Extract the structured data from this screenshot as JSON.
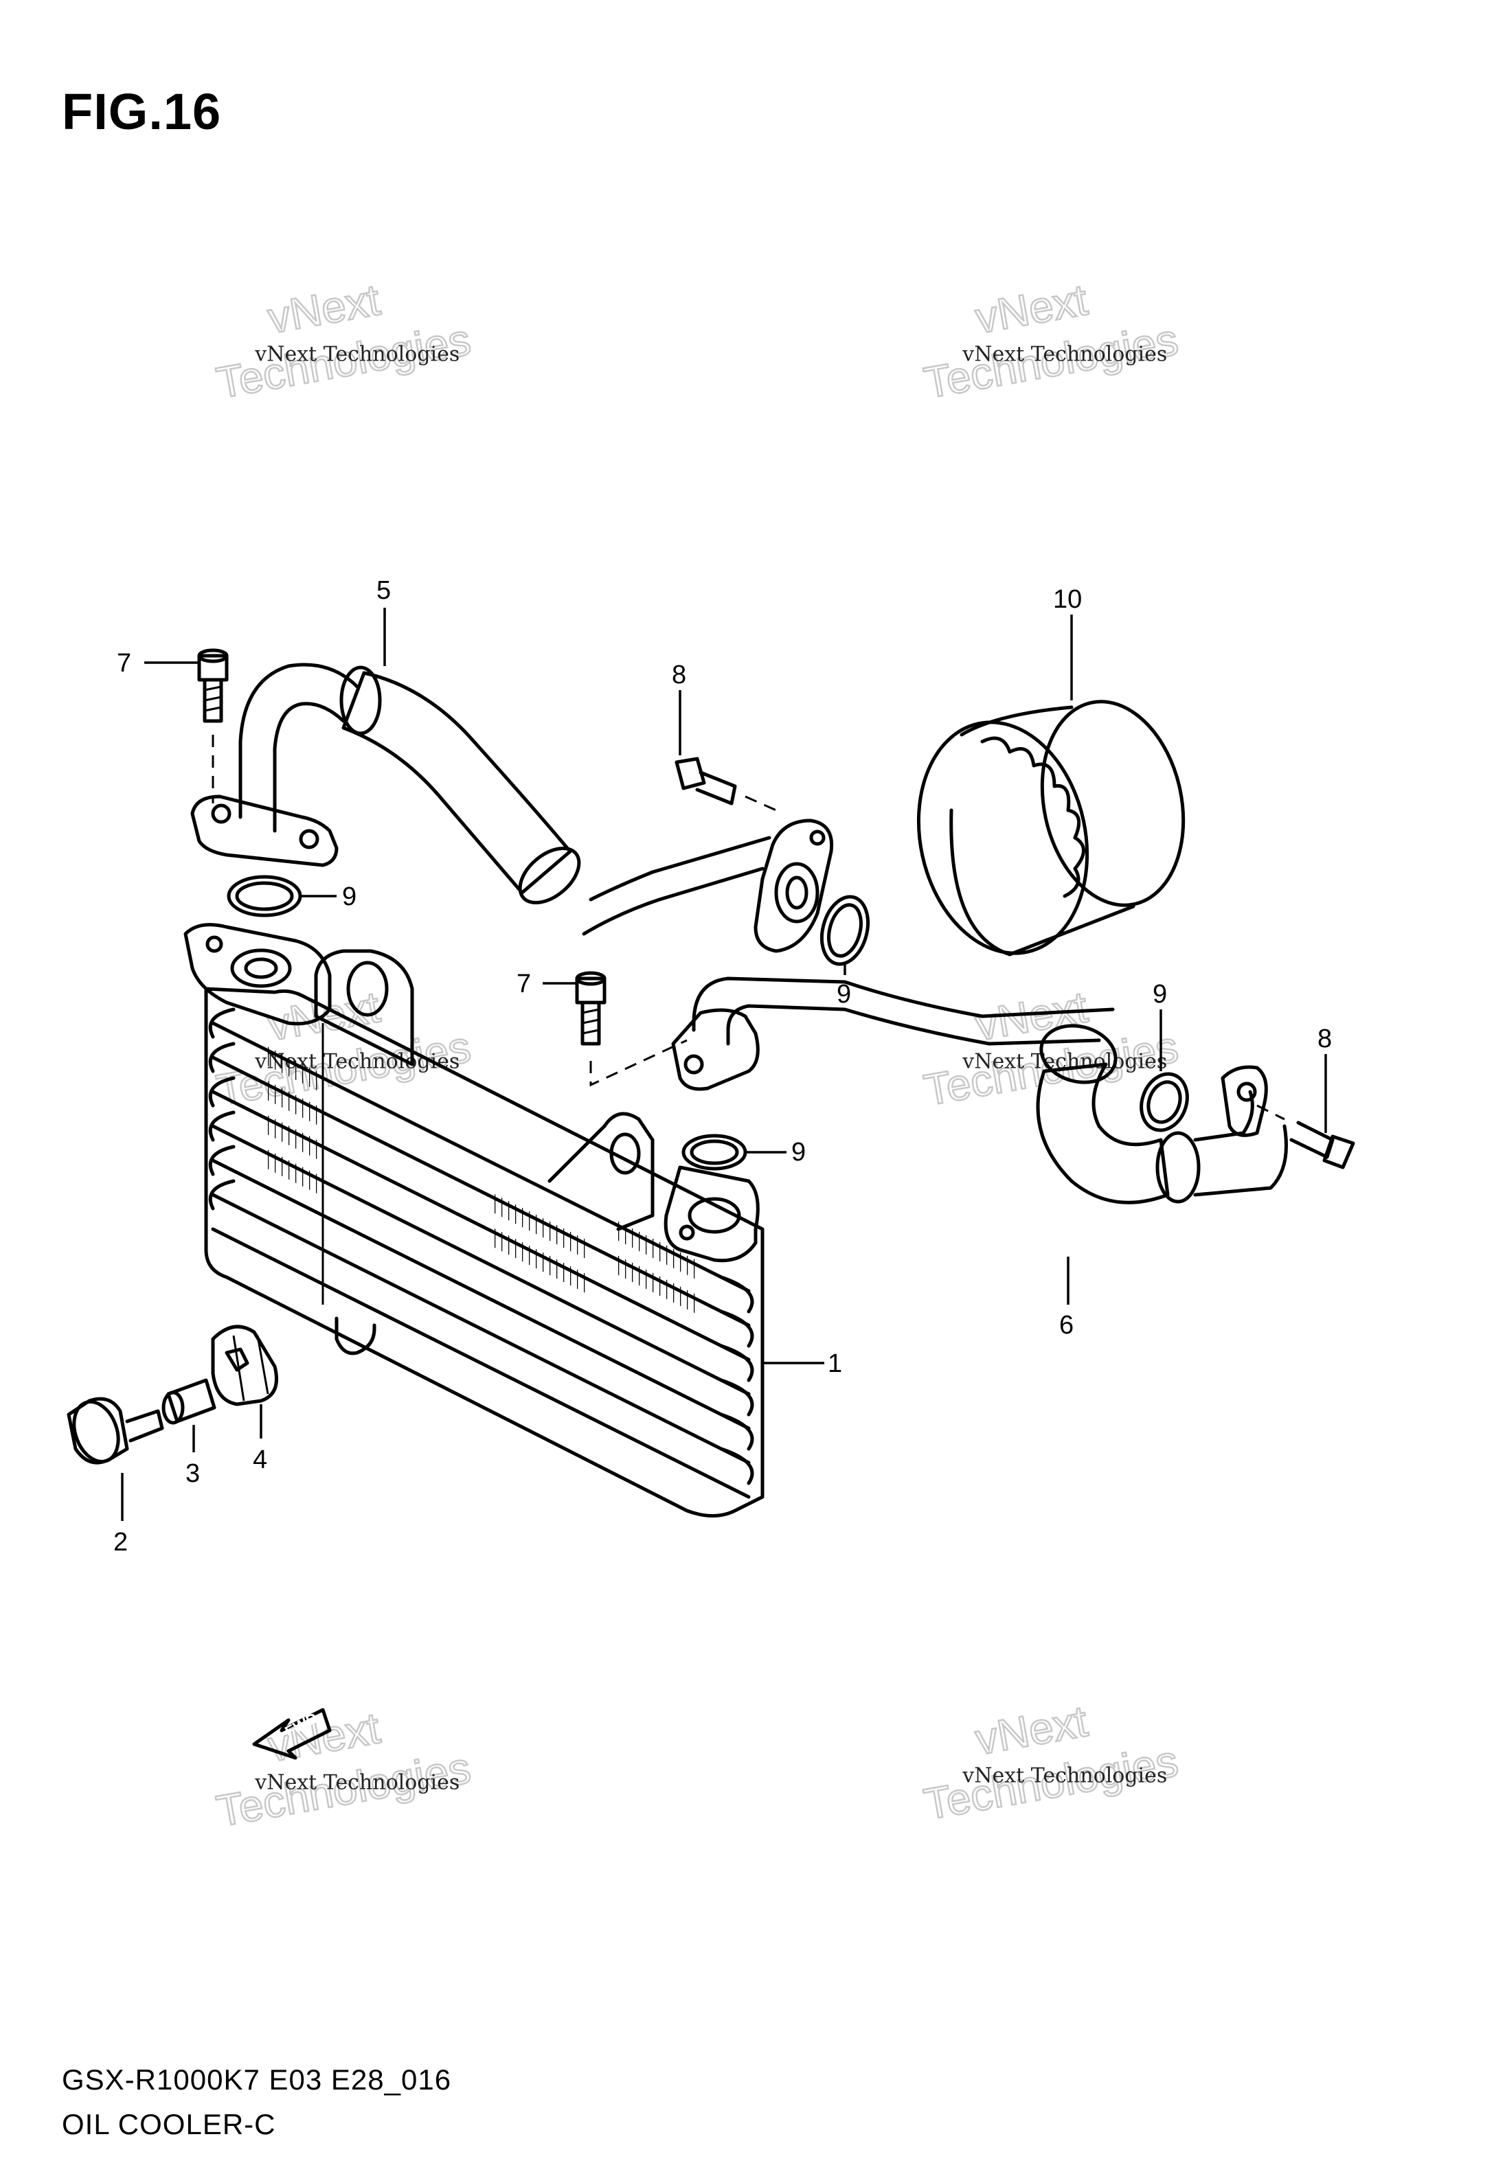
{
  "figure": {
    "title": "FIG.16",
    "model_code": "GSX-R1000K7 E03 E28_016",
    "section_name": "OIL COOLER-C"
  },
  "watermark": {
    "line1": "vNext",
    "line2": "Technologies",
    "caption": "vNext Technologies"
  },
  "direction_marker": {
    "label": "FWD"
  },
  "callouts": [
    {
      "id": "c1",
      "label": "1",
      "part": "oil-cooler"
    },
    {
      "id": "c2",
      "label": "2",
      "part": "bolt"
    },
    {
      "id": "c3",
      "label": "3",
      "part": "collar"
    },
    {
      "id": "c4",
      "label": "4",
      "part": "grommet"
    },
    {
      "id": "c5",
      "label": "5",
      "part": "oil-cooler-hose-upper"
    },
    {
      "id": "c6",
      "label": "6",
      "part": "oil-cooler-hose-lower"
    },
    {
      "id": "c7a",
      "label": "7",
      "part": "bolt"
    },
    {
      "id": "c7b",
      "label": "7",
      "part": "bolt"
    },
    {
      "id": "c8a",
      "label": "8",
      "part": "bolt"
    },
    {
      "id": "c8b",
      "label": "8",
      "part": "bolt"
    },
    {
      "id": "c9a",
      "label": "9",
      "part": "o-ring"
    },
    {
      "id": "c9b",
      "label": "9",
      "part": "o-ring"
    },
    {
      "id": "c9c",
      "label": "9",
      "part": "o-ring"
    },
    {
      "id": "c9d",
      "label": "9",
      "part": "o-ring"
    },
    {
      "id": "c10",
      "label": "10",
      "part": "oil-filter"
    }
  ],
  "colors": {
    "ink": "#000000",
    "paper": "#ffffff",
    "watermark": "#c8c8c8"
  }
}
